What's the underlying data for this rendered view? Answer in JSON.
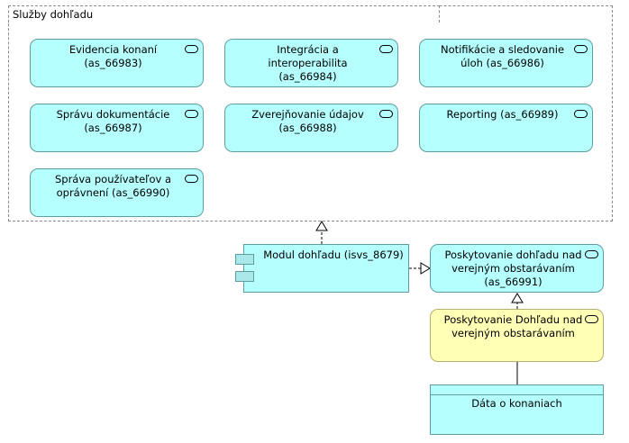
{
  "group": {
    "title": "Služby dohľadu"
  },
  "services": [
    {
      "id": "as1",
      "label": "Evidencia konaní (as_66983)"
    },
    {
      "id": "as2",
      "label": "Integrácia a interoperabilita (as_66984)"
    },
    {
      "id": "as3",
      "label": "Notifikácie a sledovanie úloh (as_66986)"
    },
    {
      "id": "as4",
      "label": "Správu dokumentácie (as_66987)"
    },
    {
      "id": "as5",
      "label": "Zverejňovanie údajov (as_66988)"
    },
    {
      "id": "as6",
      "label": "Reporting (as_66989)"
    },
    {
      "id": "as7",
      "label": "Správa používateľov a oprávnení (as_66990)"
    }
  ],
  "component": {
    "label": "Modul dohľadu (isvs_8679)"
  },
  "service_main": {
    "label": "Poskytovanie dohľadu nad verejným obstarávaním (as_66991)"
  },
  "service_yellow": {
    "label": "Poskytovanie Dohľadu nad verejným obstarávaním"
  },
  "data_object": {
    "label": "Dáta o konaniach"
  },
  "colors": {
    "service_fill": "#b5fffe",
    "business_fill": "#ffffb5",
    "border": "#5f9ea0"
  }
}
